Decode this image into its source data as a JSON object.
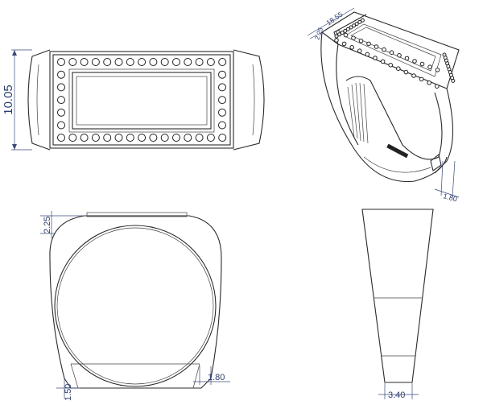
{
  "views": {
    "top_view": {
      "dimension_height": "10.05"
    },
    "perspective_view": {
      "dimension_width": "18.55",
      "dimension_depth": "2.25",
      "dimension_band": "1.80"
    },
    "front_view": {
      "dimension_top": "2.25",
      "dimension_side": "1.80",
      "dimension_bottom": "1.50"
    },
    "side_view": {
      "dimension_bottom_width": "3.40"
    }
  },
  "colors": {
    "line": "#2a2a2a",
    "dimension": "#3b4a7a"
  }
}
